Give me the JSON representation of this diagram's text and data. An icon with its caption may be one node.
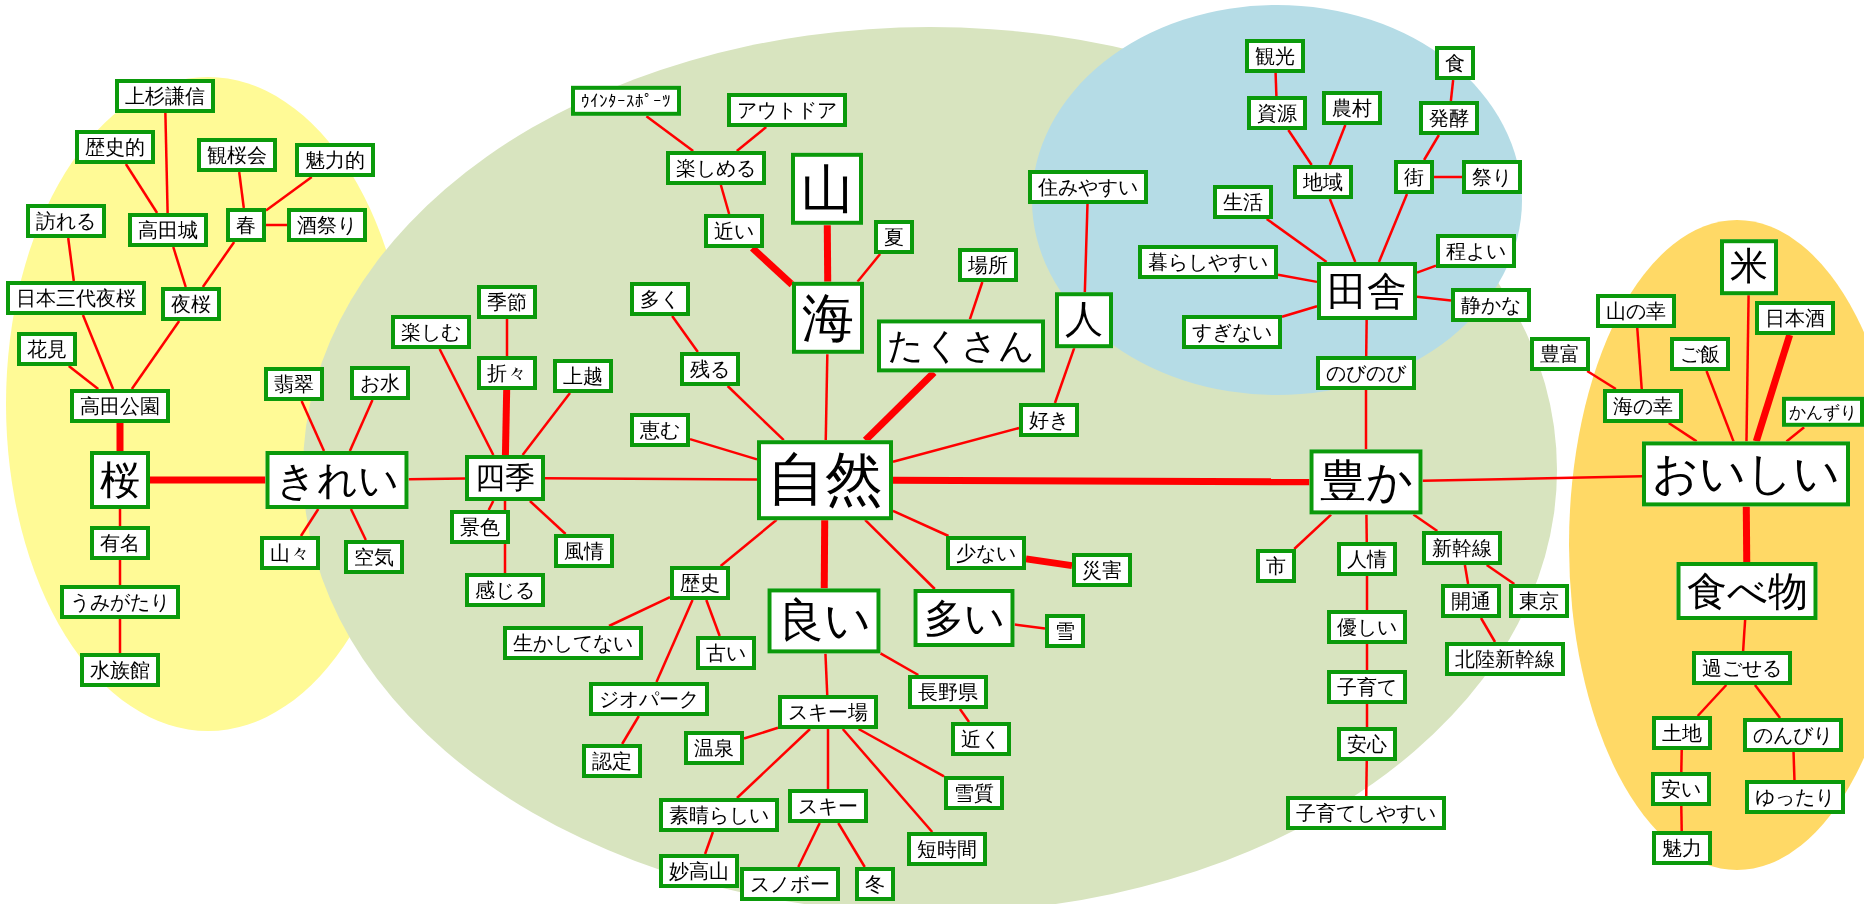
{
  "diagram": {
    "nodes": [
      {
        "text": [
          "上杉謙信"
        ]
      },
      {
        "text": [
          "歴史的"
        ]
      },
      {
        "text": [
          "観桜会"
        ]
      },
      {
        "text": [
          "魅力的"
        ]
      },
      {
        "text": [
          "訪れる"
        ]
      },
      {
        "text": [
          "高田城"
        ]
      },
      {
        "text": [
          "春"
        ]
      },
      {
        "text": [
          "酒祭り"
        ]
      },
      {
        "text": [
          "日本三代夜桜"
        ]
      },
      {
        "text": [
          "夜桜"
        ]
      },
      {
        "text": [
          "花見"
        ]
      },
      {
        "text": [
          "高田公園"
        ]
      },
      {
        "text": [
          "桜"
        ]
      },
      {
        "text": [
          "きれい"
        ]
      },
      {
        "text": [
          "翡翠"
        ]
      },
      {
        "text": [
          "お水"
        ]
      },
      {
        "text": [
          "山々"
        ]
      },
      {
        "text": [
          "空気"
        ]
      },
      {
        "text": [
          "有名"
        ]
      },
      {
        "text": [
          "うみがたり"
        ]
      },
      {
        "text": [
          "水族館"
        ]
      },
      {
        "text": [
          "ｳｲﾝﾀｰｽﾎﾟｰﾂ"
        ]
      },
      {
        "text": [
          "アウトドア"
        ]
      },
      {
        "text": [
          "楽しめる"
        ]
      },
      {
        "text": [
          "近い"
        ]
      },
      {
        "text": [
          "山"
        ]
      },
      {
        "text": [
          "夏"
        ]
      },
      {
        "text": [
          "場所"
        ]
      },
      {
        "text": [
          "季節"
        ]
      },
      {
        "text": [
          "楽しむ"
        ]
      },
      {
        "text": [
          "多く"
        ]
      },
      {
        "text": [
          "海"
        ]
      },
      {
        "text": [
          "折々"
        ]
      },
      {
        "text": [
          "上越"
        ]
      },
      {
        "text": [
          "残る"
        ]
      },
      {
        "text": [
          "たくさん"
        ]
      },
      {
        "text": [
          "恵む"
        ]
      },
      {
        "text": [
          "四季"
        ]
      },
      {
        "text": [
          "自然"
        ]
      },
      {
        "text": [
          "景色"
        ]
      },
      {
        "text": [
          "感じる"
        ]
      },
      {
        "text": [
          "風情"
        ]
      },
      {
        "text": [
          "歴史"
        ]
      },
      {
        "text": [
          "生かしてない"
        ]
      },
      {
        "text": [
          "古い"
        ]
      },
      {
        "text": [
          "ジオパーク"
        ]
      },
      {
        "text": [
          "認定"
        ]
      },
      {
        "text": [
          "良い"
        ]
      },
      {
        "text": [
          "少ない"
        ]
      },
      {
        "text": [
          "災害"
        ]
      },
      {
        "text": [
          "多い"
        ]
      },
      {
        "text": [
          "雪"
        ]
      },
      {
        "text": [
          "長野県"
        ]
      },
      {
        "text": [
          "近く"
        ]
      },
      {
        "text": [
          "スキー場"
        ]
      },
      {
        "text": [
          "温泉"
        ]
      },
      {
        "text": [
          "雪質"
        ]
      },
      {
        "text": [
          "素晴らしい"
        ]
      },
      {
        "text": [
          "スキー"
        ]
      },
      {
        "text": [
          "短時間"
        ]
      },
      {
        "text": [
          "妙高山"
        ]
      },
      {
        "text": [
          "スノボー"
        ]
      },
      {
        "text": [
          "冬"
        ]
      },
      {
        "text": [
          "観光"
        ]
      },
      {
        "text": [
          "食"
        ]
      },
      {
        "text": [
          "資源"
        ]
      },
      {
        "text": [
          "農村"
        ]
      },
      {
        "text": [
          "発酵"
        ]
      },
      {
        "text": [
          "街"
        ]
      },
      {
        "text": [
          "祭り"
        ]
      },
      {
        "text": [
          "地域"
        ]
      },
      {
        "text": [
          "生活"
        ]
      },
      {
        "text": [
          "住みやすい"
        ]
      },
      {
        "text": [
          "暮らしやすい"
        ]
      },
      {
        "text": [
          "田舎"
        ]
      },
      {
        "text": [
          "程よい"
        ]
      },
      {
        "text": [
          "静かな"
        ]
      },
      {
        "text": [
          "すぎない"
        ]
      },
      {
        "text": [
          "人"
        ]
      },
      {
        "text": [
          "好き"
        ]
      },
      {
        "text": [
          "のびのび"
        ]
      },
      {
        "text": [
          "豊か"
        ]
      },
      {
        "text": [
          "市"
        ]
      },
      {
        "text": [
          "人情"
        ]
      },
      {
        "text": [
          "新幹線"
        ]
      },
      {
        "text": [
          "開通"
        ]
      },
      {
        "text": [
          "東京"
        ]
      },
      {
        "text": [
          "北陸新幹線"
        ]
      },
      {
        "text": [
          "優しい"
        ]
      },
      {
        "text": [
          "子育て"
        ]
      },
      {
        "text": [
          "安心"
        ]
      },
      {
        "text": [
          "子育てしやすい"
        ]
      },
      {
        "text": [
          "米"
        ]
      },
      {
        "text": [
          "山の幸"
        ]
      },
      {
        "text": [
          "日本酒"
        ]
      },
      {
        "text": [
          "豊富"
        ]
      },
      {
        "text": [
          "ご飯"
        ]
      },
      {
        "text": [
          "海の幸"
        ]
      },
      {
        "text": [
          "かんずり"
        ]
      },
      {
        "text": [
          "おいしい"
        ]
      },
      {
        "text": [
          "食べ物"
        ]
      },
      {
        "text": [
          "過ごせる"
        ]
      },
      {
        "text": [
          "土地"
        ]
      },
      {
        "text": [
          "のんびり"
        ]
      },
      {
        "text": [
          "安い"
        ]
      },
      {
        "text": [
          "ゆったり"
        ]
      },
      {
        "text": [
          "魅力"
        ]
      }
    ],
    "edges": [
      {
        "from": 1,
        "to": 5,
        "arrow": "none"
      },
      {
        "from": 0,
        "to": 5,
        "arrow": "none"
      },
      {
        "from": 2,
        "to": 6,
        "arrow": "none"
      },
      {
        "from": 3,
        "to": 6,
        "arrow": "none"
      },
      {
        "from": 6,
        "to": 7,
        "arrow": "none"
      },
      {
        "from": 5,
        "to": 9,
        "arrow": "none"
      },
      {
        "from": 6,
        "to": 9,
        "arrow": "none"
      },
      {
        "from": 4,
        "to": 8,
        "arrow": "none"
      },
      {
        "from": 8,
        "to": 11,
        "arrow": "none"
      },
      {
        "from": 9,
        "to": 11,
        "arrow": "none"
      },
      {
        "from": 10,
        "to": 11,
        "arrow": "none"
      },
      {
        "from": 11,
        "to": 12,
        "arrow": "none",
        "style": "thick"
      },
      {
        "from": 12,
        "to": 13,
        "arrow": "none",
        "style": "thick"
      },
      {
        "from": 12,
        "to": 18,
        "arrow": "none"
      },
      {
        "from": 18,
        "to": 19,
        "arrow": "none"
      },
      {
        "from": 19,
        "to": 20,
        "arrow": "none"
      },
      {
        "from": 14,
        "to": 13,
        "arrow": "none"
      },
      {
        "from": 15,
        "to": 13,
        "arrow": "none"
      },
      {
        "from": 13,
        "to": 16,
        "arrow": "none"
      },
      {
        "from": 13,
        "to": 17,
        "arrow": "none"
      },
      {
        "from": 13,
        "to": 37,
        "arrow": "none"
      },
      {
        "from": 29,
        "to": 37,
        "arrow": "none"
      },
      {
        "from": 32,
        "to": 37,
        "arrow": "none",
        "style": "thick"
      },
      {
        "from": 28,
        "to": 32,
        "arrow": "none"
      },
      {
        "from": 33,
        "to": 37,
        "arrow": "none"
      },
      {
        "from": 37,
        "to": 39,
        "arrow": "none"
      },
      {
        "from": 37,
        "to": 40,
        "arrow": "none"
      },
      {
        "from": 37,
        "to": 41,
        "arrow": "none"
      },
      {
        "from": 37,
        "to": 38,
        "arrow": "none"
      },
      {
        "from": 21,
        "to": 23,
        "arrow": "none"
      },
      {
        "from": 22,
        "to": 23,
        "arrow": "none"
      },
      {
        "from": 23,
        "to": 24,
        "arrow": "none"
      },
      {
        "from": 24,
        "to": 31,
        "arrow": "none",
        "style": "thick"
      },
      {
        "from": 25,
        "to": 31,
        "arrow": "none",
        "style": "thick"
      },
      {
        "from": 26,
        "to": 31,
        "arrow": "none"
      },
      {
        "from": 31,
        "to": 38,
        "arrow": "none"
      },
      {
        "from": 30,
        "to": 34,
        "arrow": "none"
      },
      {
        "from": 34,
        "to": 38,
        "arrow": "none"
      },
      {
        "from": 36,
        "to": 38,
        "arrow": "none"
      },
      {
        "from": 27,
        "to": 35,
        "arrow": "none"
      },
      {
        "from": 35,
        "to": 38,
        "arrow": "none",
        "style": "thick"
      },
      {
        "from": 79,
        "to": 38,
        "arrow": "none"
      },
      {
        "from": 72,
        "to": 78,
        "arrow": "none"
      },
      {
        "from": 78,
        "to": 79,
        "arrow": "none"
      },
      {
        "from": 38,
        "to": 81,
        "arrow": "none",
        "style": "thick"
      },
      {
        "from": 38,
        "to": 42,
        "arrow": "none"
      },
      {
        "from": 38,
        "to": 47,
        "arrow": "none",
        "style": "thick"
      },
      {
        "from": 38,
        "to": 48,
        "arrow": "none"
      },
      {
        "from": 38,
        "to": 50,
        "arrow": "none"
      },
      {
        "from": 48,
        "to": 49,
        "arrow": "none",
        "style": "thick"
      },
      {
        "from": 50,
        "to": 51,
        "arrow": "none"
      },
      {
        "from": 42,
        "to": 43,
        "arrow": "none"
      },
      {
        "from": 42,
        "to": 44,
        "arrow": "none"
      },
      {
        "from": 42,
        "to": 45,
        "arrow": "none"
      },
      {
        "from": 45,
        "to": 46,
        "arrow": "none"
      },
      {
        "from": 47,
        "to": 54,
        "arrow": "none"
      },
      {
        "from": 47,
        "to": 52,
        "arrow": "none"
      },
      {
        "from": 52,
        "to": 53,
        "arrow": "none"
      },
      {
        "from": 54,
        "to": 55,
        "arrow": "none"
      },
      {
        "from": 54,
        "to": 57,
        "arrow": "none"
      },
      {
        "from": 54,
        "to": 58,
        "arrow": "none"
      },
      {
        "from": 54,
        "to": 59,
        "arrow": "none"
      },
      {
        "from": 54,
        "to": 56,
        "arrow": "none"
      },
      {
        "from": 57,
        "to": 60,
        "arrow": "none"
      },
      {
        "from": 58,
        "to": 61,
        "arrow": "none"
      },
      {
        "from": 58,
        "to": 62,
        "arrow": "none"
      },
      {
        "from": 63,
        "to": 65,
        "arrow": "none"
      },
      {
        "from": 65,
        "to": 70,
        "arrow": "none"
      },
      {
        "from": 66,
        "to": 70,
        "arrow": "none"
      },
      {
        "from": 64,
        "to": 67,
        "arrow": "none"
      },
      {
        "from": 67,
        "to": 68,
        "arrow": "none"
      },
      {
        "from": 68,
        "to": 69,
        "arrow": "none"
      },
      {
        "from": 70,
        "to": 74,
        "arrow": "none"
      },
      {
        "from": 68,
        "to": 74,
        "arrow": "none"
      },
      {
        "from": 71,
        "to": 74,
        "arrow": "none"
      },
      {
        "from": 73,
        "to": 74,
        "arrow": "none"
      },
      {
        "from": 77,
        "to": 74,
        "arrow": "none"
      },
      {
        "from": 75,
        "to": 74,
        "arrow": "none"
      },
      {
        "from": 76,
        "to": 74,
        "arrow": "none"
      },
      {
        "from": 74,
        "to": 80,
        "arrow": "none"
      },
      {
        "from": 80,
        "to": 81,
        "arrow": "none"
      },
      {
        "from": 81,
        "to": 82,
        "arrow": "none"
      },
      {
        "from": 81,
        "to": 83,
        "arrow": "none"
      },
      {
        "from": 81,
        "to": 84,
        "arrow": "none"
      },
      {
        "from": 84,
        "to": 85,
        "arrow": "none"
      },
      {
        "from": 84,
        "to": 86,
        "arrow": "none"
      },
      {
        "from": 85,
        "to": 87,
        "arrow": "none"
      },
      {
        "from": 83,
        "to": 88,
        "arrow": "none"
      },
      {
        "from": 88,
        "to": 89,
        "arrow": "none"
      },
      {
        "from": 89,
        "to": 90,
        "arrow": "none"
      },
      {
        "from": 90,
        "to": 91,
        "arrow": "none"
      },
      {
        "from": 81,
        "to": 99,
        "arrow": "none"
      },
      {
        "from": 93,
        "to": 97,
        "arrow": "none"
      },
      {
        "from": 95,
        "to": 97,
        "arrow": "none"
      },
      {
        "from": 97,
        "to": 99,
        "arrow": "none"
      },
      {
        "from": 96,
        "to": 99,
        "arrow": "none"
      },
      {
        "from": 92,
        "to": 99,
        "arrow": "none"
      },
      {
        "from": 94,
        "to": 99,
        "arrow": "none",
        "style": "thick"
      },
      {
        "from": 98,
        "to": 99,
        "arrow": "none"
      },
      {
        "from": 99,
        "to": 100,
        "arrow": "none",
        "style": "thick"
      },
      {
        "from": 100,
        "to": 101,
        "arrow": "none"
      },
      {
        "from": 101,
        "to": 102,
        "arrow": "none"
      },
      {
        "from": 101,
        "to": 103,
        "arrow": "none"
      },
      {
        "from": 102,
        "to": 104,
        "arrow": "none"
      },
      {
        "from": 104,
        "to": 106,
        "arrow": "none"
      },
      {
        "from": 103,
        "to": 105,
        "arrow": "none"
      }
    ]
  }
}
